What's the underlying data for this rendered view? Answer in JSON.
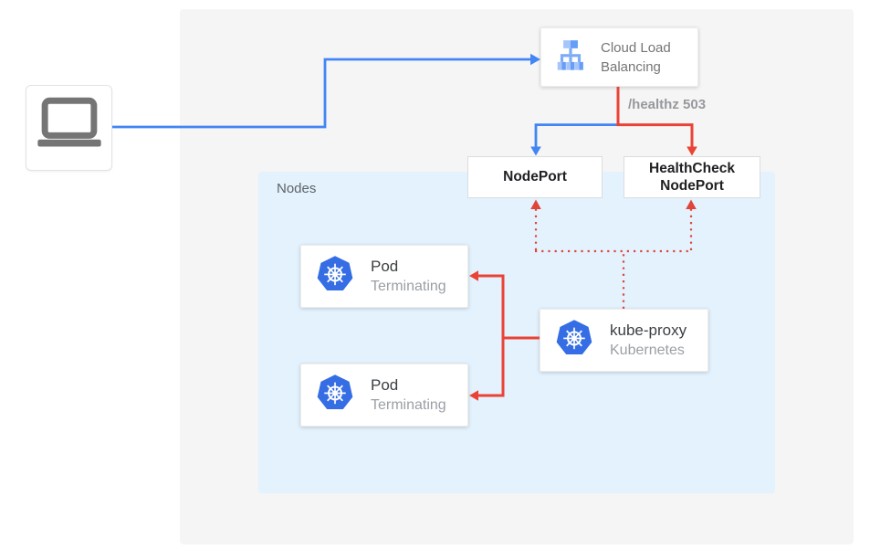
{
  "diagram": {
    "nodes_group": {
      "label": "Nodes"
    },
    "client": {
      "icon": "laptop-icon"
    },
    "cloud_load_balancing": {
      "label": "Cloud Load Balancing",
      "icon": "cloud-load-balancing-icon"
    },
    "health_check_edge_label": "/healthz 503",
    "node_port": {
      "label": "NodePort"
    },
    "health_check_node_port": {
      "label": "HealthCheck NodePort"
    },
    "pods": [
      {
        "title": "Pod",
        "status": "Terminating",
        "icon": "kubernetes-icon"
      },
      {
        "title": "Pod",
        "status": "Terminating",
        "icon": "kubernetes-icon"
      }
    ],
    "kube_proxy": {
      "title": "kube-proxy",
      "subtitle": "Kubernetes",
      "icon": "kubernetes-icon"
    },
    "colors": {
      "traffic_blue": "#4285F4",
      "health_check_red": "#EA4335",
      "health_check_dotted_red": "#E0453A",
      "nodes_background": "#E3F2FD",
      "panel_background": "#F5F5F5",
      "kubernetes_blue": "#356DE4",
      "icon_gray": "#757575"
    }
  }
}
